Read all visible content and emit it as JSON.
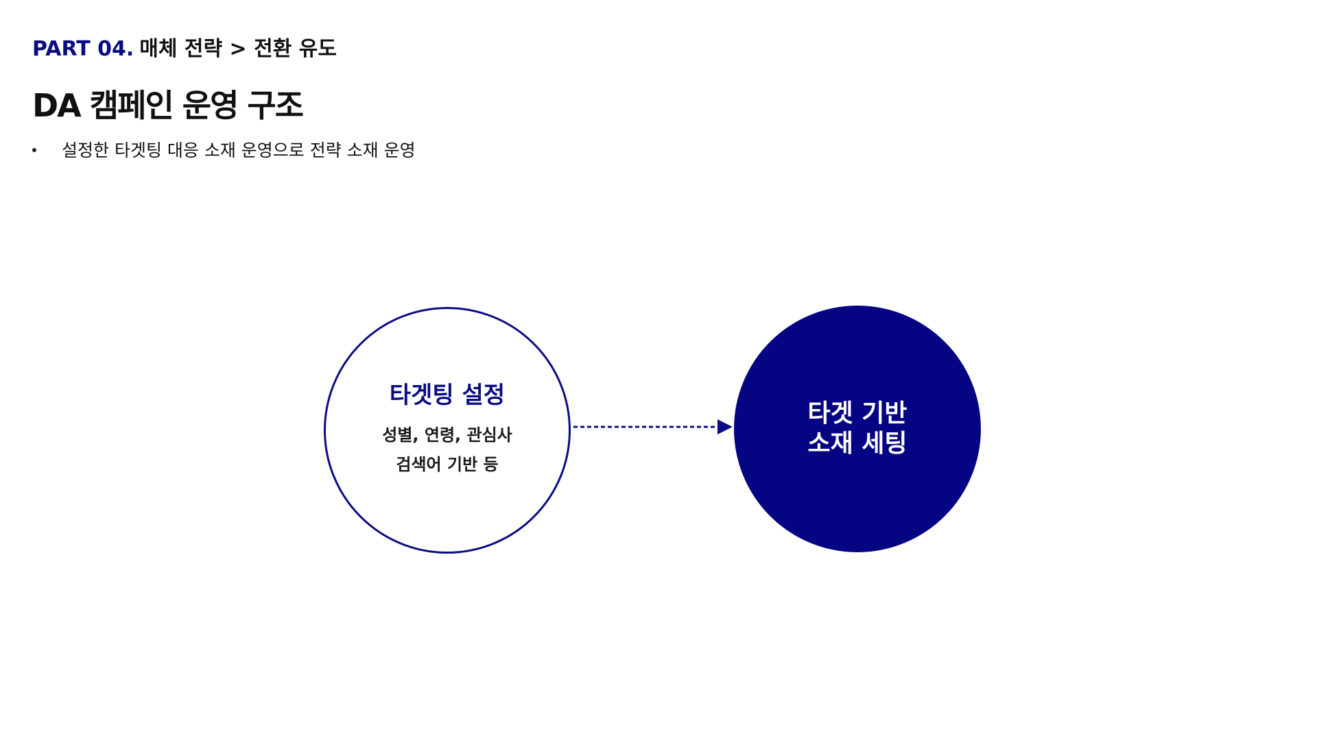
{
  "header": {
    "part_label": "PART 04.",
    "section_trail": "매체 전략 > 전환 유도"
  },
  "title": "DA 캠페인 운영 구조",
  "bullets": [
    "설정한 타겟팅 대응 소재 운영으로 전략 소재 운영"
  ],
  "diagram": {
    "source_node": {
      "title": "타겟팅 설정",
      "lines": [
        "성별, 연령, 관심사",
        "검색어 기반 등"
      ]
    },
    "target_node": {
      "lines": [
        "타겟 기반",
        "소재 세팅"
      ]
    },
    "colors": {
      "accent": "#050584",
      "outline": "#0b0b85"
    }
  }
}
